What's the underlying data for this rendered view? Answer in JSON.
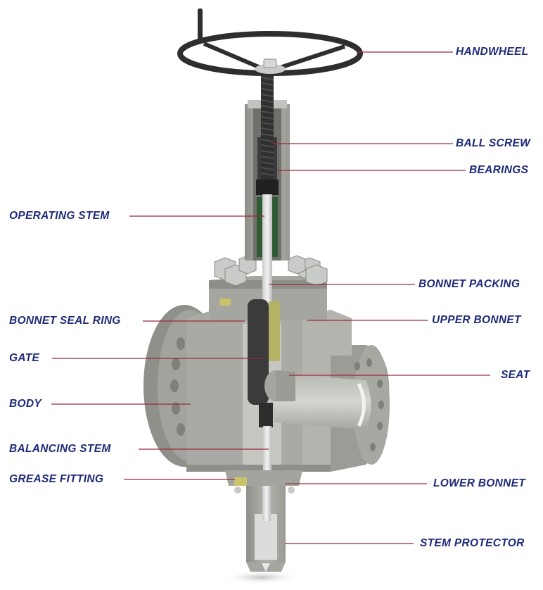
{
  "diagram": {
    "subject": "Gate valve cutaway",
    "colors": {
      "label_text": "#1f2a78",
      "leader_line": "#9b2a3a",
      "body_metal": "#a3a49c",
      "gate": "#3a3b3a",
      "seat_insert": "#b5b263",
      "packing_green": "#2f5a35",
      "handwheel": "#2c2f2e"
    },
    "labels_right": [
      {
        "id": "handwheel",
        "text": "HANDWHEEL"
      },
      {
        "id": "ball-screw",
        "text": "BALL SCREW"
      },
      {
        "id": "bearings",
        "text": "BEARINGS"
      },
      {
        "id": "bonnet-packing",
        "text": "BONNET PACKING"
      },
      {
        "id": "upper-bonnet",
        "text": "UPPER BONNET"
      },
      {
        "id": "seat",
        "text": "SEAT"
      },
      {
        "id": "lower-bonnet",
        "text": "LOWER BONNET"
      },
      {
        "id": "stem-protector",
        "text": "STEM PROTECTOR"
      }
    ],
    "labels_left": [
      {
        "id": "operating-stem",
        "text": "OPERATING STEM"
      },
      {
        "id": "bonnet-seal-ring",
        "text": "BONNET SEAL RING"
      },
      {
        "id": "gate",
        "text": "GATE"
      },
      {
        "id": "body",
        "text": "BODY"
      },
      {
        "id": "balancing-stem",
        "text": "BALANCING STEM"
      },
      {
        "id": "grease-fitting",
        "text": "GREASE FITTING"
      }
    ]
  }
}
